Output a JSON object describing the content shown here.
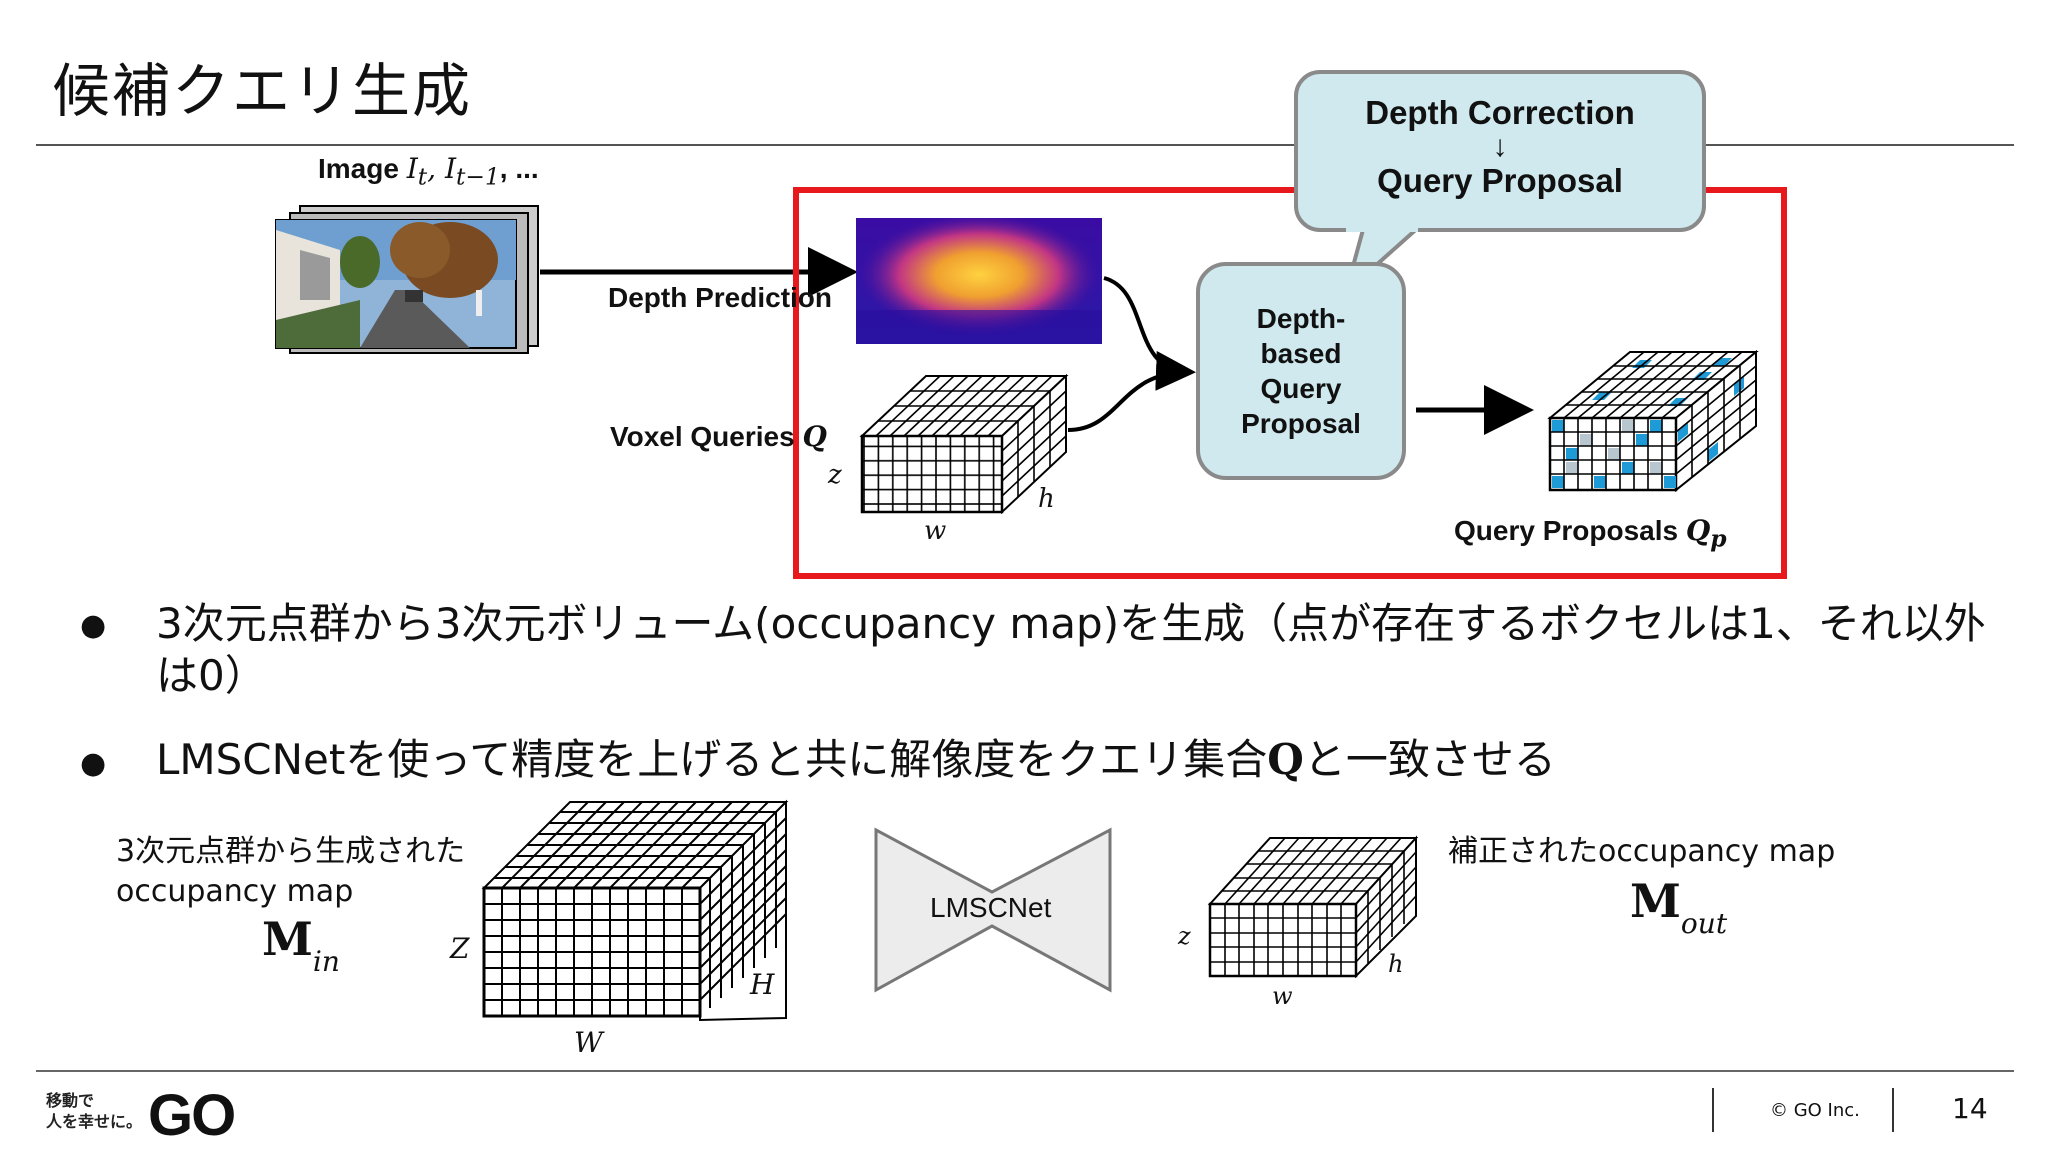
{
  "slide": {
    "title": "候補クエリ生成",
    "page_number": "14",
    "copyright": "© GO Inc.",
    "brand_tagline": [
      "移動で",
      "人を幸せに。"
    ],
    "brand_logo": "GO"
  },
  "figure": {
    "image_label": "Image",
    "image_math": "I",
    "image_sub1": "t",
    "image_sub2": "t−1",
    "image_ellipsis": ", ...",
    "depth_prediction": "Depth Prediction",
    "voxel_queries": "Voxel Queries",
    "voxel_math": "Q",
    "axis_z": "z",
    "axis_w": "w",
    "axis_h": "h",
    "proposal_lines": [
      "Depth-",
      "based",
      "Query",
      "Proposal"
    ],
    "query_proposals": "Query Proposals",
    "query_math": "Q",
    "query_sub": "p",
    "callout_line1": "Depth Correction",
    "callout_arrow": "↓",
    "callout_line2": "Query Proposal",
    "highlight_color": "#e8191c"
  },
  "bullets": [
    {
      "line1": "3次元点群から3次元ボリューム(occupancy map)を生成（点が存在するボクセルは1、それ以外",
      "line2": "は0）"
    },
    {
      "text": "LMSCNetを使って精度を上げると共に解像度をクエリ集合",
      "math": "Q",
      "text_after": "と一致させる"
    }
  ],
  "lower": {
    "left_caption_line1": "3次元点群から生成された",
    "left_caption_line2": "occupancy map",
    "m_in": "M",
    "m_in_sub": "in",
    "axis_Z": "Z",
    "axis_W": "W",
    "axis_H": "H",
    "network_label": "LMSCNet",
    "axis_z": "z",
    "axis_w": "w",
    "axis_h": "h",
    "right_caption": "補正されたoccupancy map",
    "m_out": "M",
    "m_out_sub": "out"
  }
}
